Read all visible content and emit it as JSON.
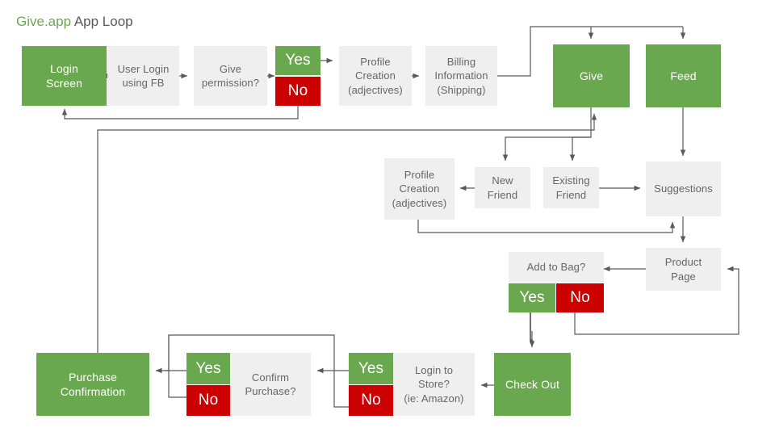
{
  "header": {
    "brand": "Give.app",
    "title_rest": " App Loop",
    "brand_color": "#6aa84f",
    "text_color": "#595959"
  },
  "palette": {
    "green": "#6aa84f",
    "red": "#cc0000",
    "grey": "#efefef",
    "grey_text": "#666666",
    "edge": "#595959"
  },
  "nodes": {
    "login_screen": "Login\nScreen",
    "user_login_fb": "User Login\nusing FB",
    "give_permission": "Give\npermission?",
    "permission_yes": "Yes",
    "permission_no": "No",
    "profile_creation_top": "Profile\nCreation\n(adjectives)",
    "billing_information": "Billing\nInformation\n(Shipping)",
    "give": "Give",
    "feed": "Feed",
    "profile_creation_mid": "Profile\nCreation\n(adjectives)",
    "new_friend": "New\nFriend",
    "existing_friend": "Existing\nFriend",
    "suggestions": "Suggestions",
    "product_page": "Product\nPage",
    "add_to_bag": "Add to Bag?",
    "bag_yes": "Yes",
    "bag_no": "No",
    "check_out": "Check Out",
    "login_to_store": "Login to\nStore?\n(ie: Amazon)",
    "store_yes": "Yes",
    "store_no": "No",
    "confirm_purchase": "Confirm\nPurchase?",
    "confirm_yes": "Yes",
    "confirm_no": "No",
    "purchase_confirmation": "Purchase\nConfirmation"
  },
  "flow": {
    "edges": [
      {
        "from": "login_screen",
        "to": "user_login_fb"
      },
      {
        "from": "user_login_fb",
        "to": "give_permission"
      },
      {
        "from": "permission_yes",
        "to": "profile_creation_top"
      },
      {
        "from": "permission_no",
        "to": "login_screen"
      },
      {
        "from": "profile_creation_top",
        "to": "billing_information"
      },
      {
        "from": "billing_information",
        "to": "give"
      },
      {
        "from": "billing_information",
        "to": "feed"
      },
      {
        "from": "give",
        "to": "new_friend"
      },
      {
        "from": "give",
        "to": "existing_friend"
      },
      {
        "from": "new_friend",
        "to": "profile_creation_mid"
      },
      {
        "from": "existing_friend",
        "to": "suggestions"
      },
      {
        "from": "profile_creation_mid",
        "to": "suggestions"
      },
      {
        "from": "feed",
        "to": "suggestions"
      },
      {
        "from": "suggestions",
        "to": "product_page"
      },
      {
        "from": "product_page",
        "to": "add_to_bag"
      },
      {
        "from": "bag_yes",
        "to": "check_out"
      },
      {
        "from": "bag_no",
        "to": "product_page"
      },
      {
        "from": "check_out",
        "to": "login_to_store"
      },
      {
        "from": "store_yes",
        "to": "confirm_purchase"
      },
      {
        "from": "store_no",
        "to": "confirm_purchase"
      },
      {
        "from": "confirm_yes",
        "to": "purchase_confirmation"
      },
      {
        "from": "confirm_no",
        "to": "confirm_purchase"
      },
      {
        "from": "purchase_confirmation",
        "to": "give"
      }
    ]
  }
}
